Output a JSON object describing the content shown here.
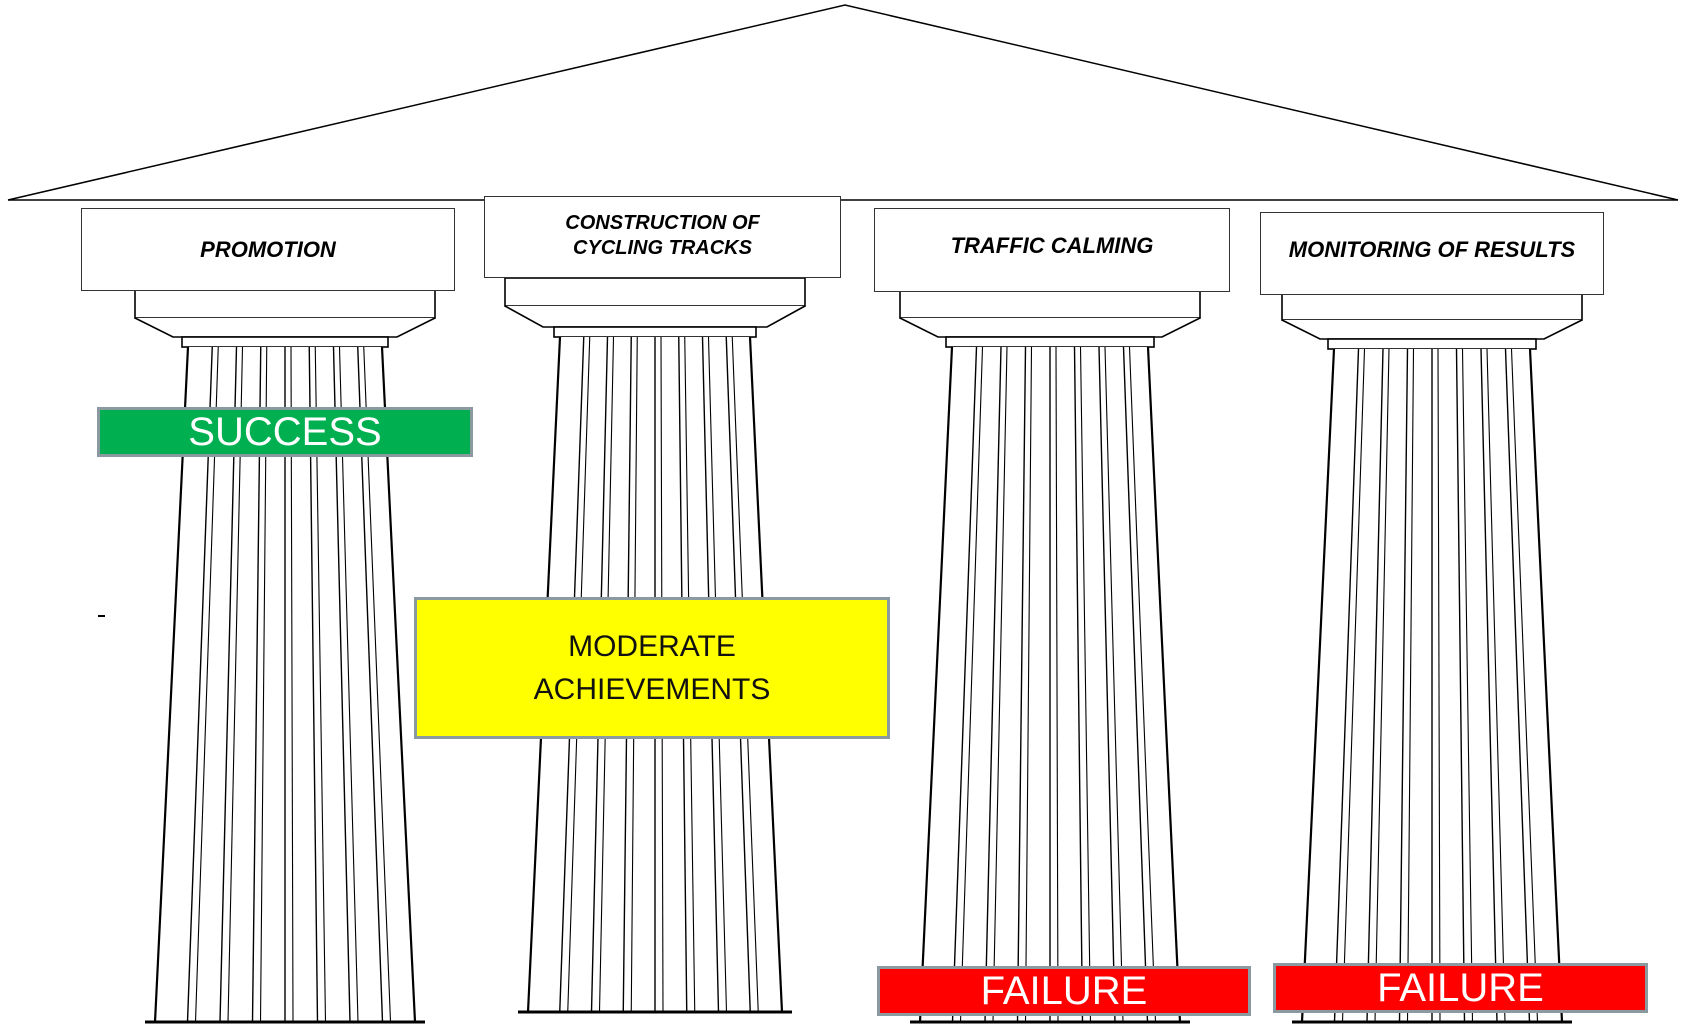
{
  "pillars": [
    {
      "label": "PROMOTION",
      "status": "success"
    },
    {
      "label": "CONSTRUCTION OF CYCLING TRACKS",
      "status": "moderate"
    },
    {
      "label": "TRAFFIC CALMING",
      "status": "failure"
    },
    {
      "label": "MONITORING OF RESULTS",
      "status": "failure"
    }
  ],
  "labels": {
    "promotion": "PROMOTION",
    "construction_line1": "CONSTRUCTION OF",
    "construction_line2": "CYCLING TRACKS",
    "traffic_calming": "TRAFFIC CALMING",
    "monitoring": "MONITORING OF RESULTS"
  },
  "status_labels": {
    "success": "SUCCESS",
    "moderate_line1": "MODERATE",
    "moderate_line2": "ACHIEVEMENTS",
    "failure_traffic": "FAILURE",
    "failure_monitoring": "FAILURE"
  },
  "colors": {
    "success": "#00b050",
    "moderate": "#ffff00",
    "failure": "#ff0000",
    "line": "#000000"
  }
}
